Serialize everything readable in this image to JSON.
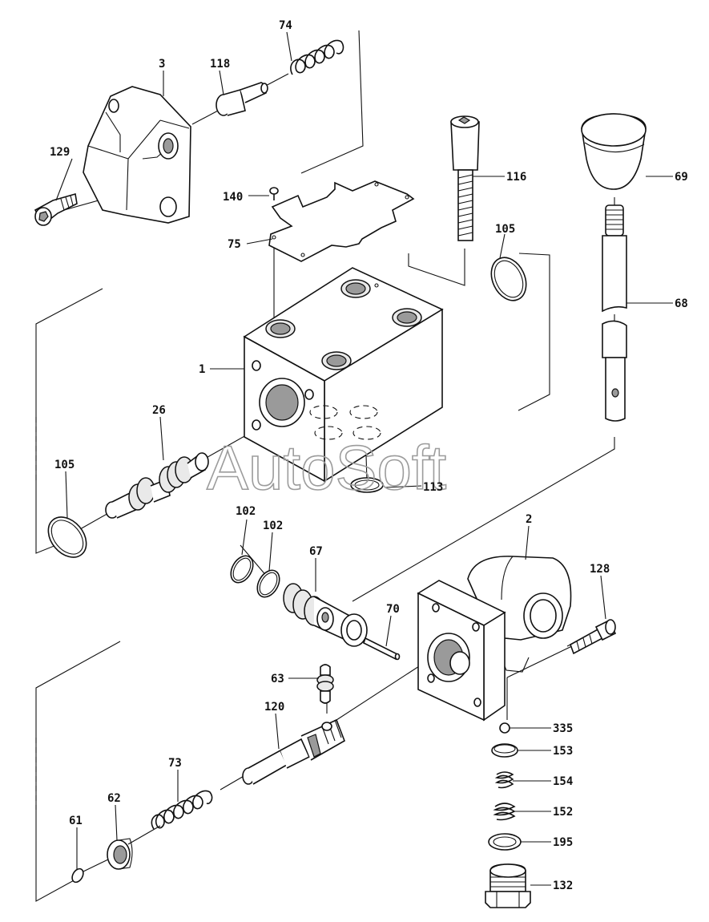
{
  "watermark": "AutoSoft",
  "callouts": {
    "p1": "1",
    "p2": "2",
    "p3": "3",
    "p26": "26",
    "p61": "61",
    "p62": "62",
    "p63": "63",
    "p67": "67",
    "p68": "68",
    "p69": "69",
    "p70": "70",
    "p73": "73",
    "p74": "74",
    "p75": "75",
    "p102a": "102",
    "p102b": "102",
    "p105a": "105",
    "p105b": "105",
    "p113": "113",
    "p116": "116",
    "p118": "118",
    "p120": "120",
    "p128": "128",
    "p129": "129",
    "p132": "132",
    "p140": "140",
    "p152": "152",
    "p153": "153",
    "p154": "154",
    "p195": "195",
    "p335": "335"
  }
}
